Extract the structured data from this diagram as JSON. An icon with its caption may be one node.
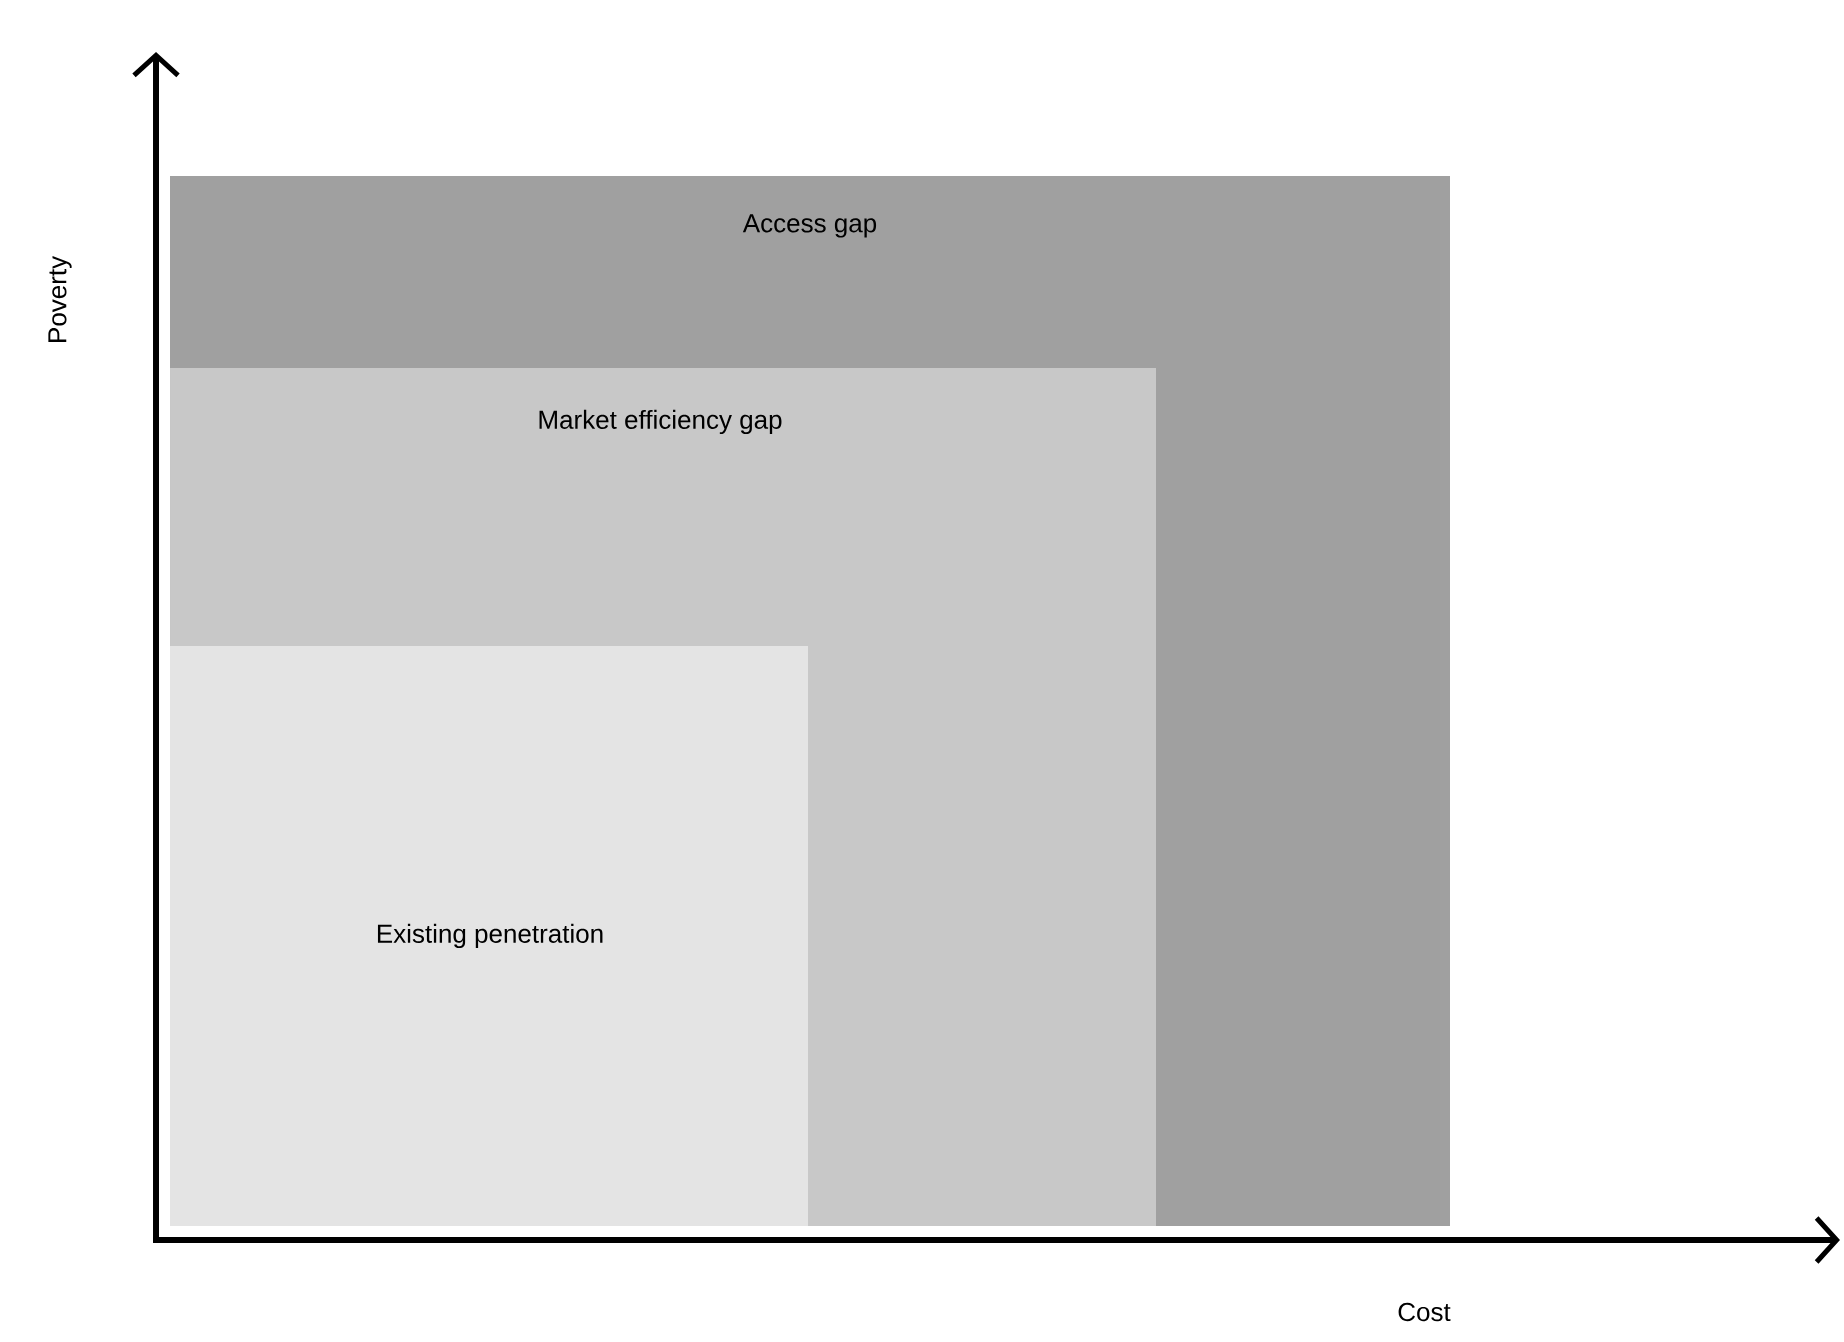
{
  "diagram": {
    "nodes": [
      {
        "text": [
          "Access gap"
        ]
      },
      {
        "text": [
          "Market efficiency gap"
        ],
        "in": 0
      },
      {
        "text": [
          "Existing penetration"
        ],
        "in": 1
      }
    ],
    "labels": [
      "Poverty",
      "Cost"
    ]
  }
}
